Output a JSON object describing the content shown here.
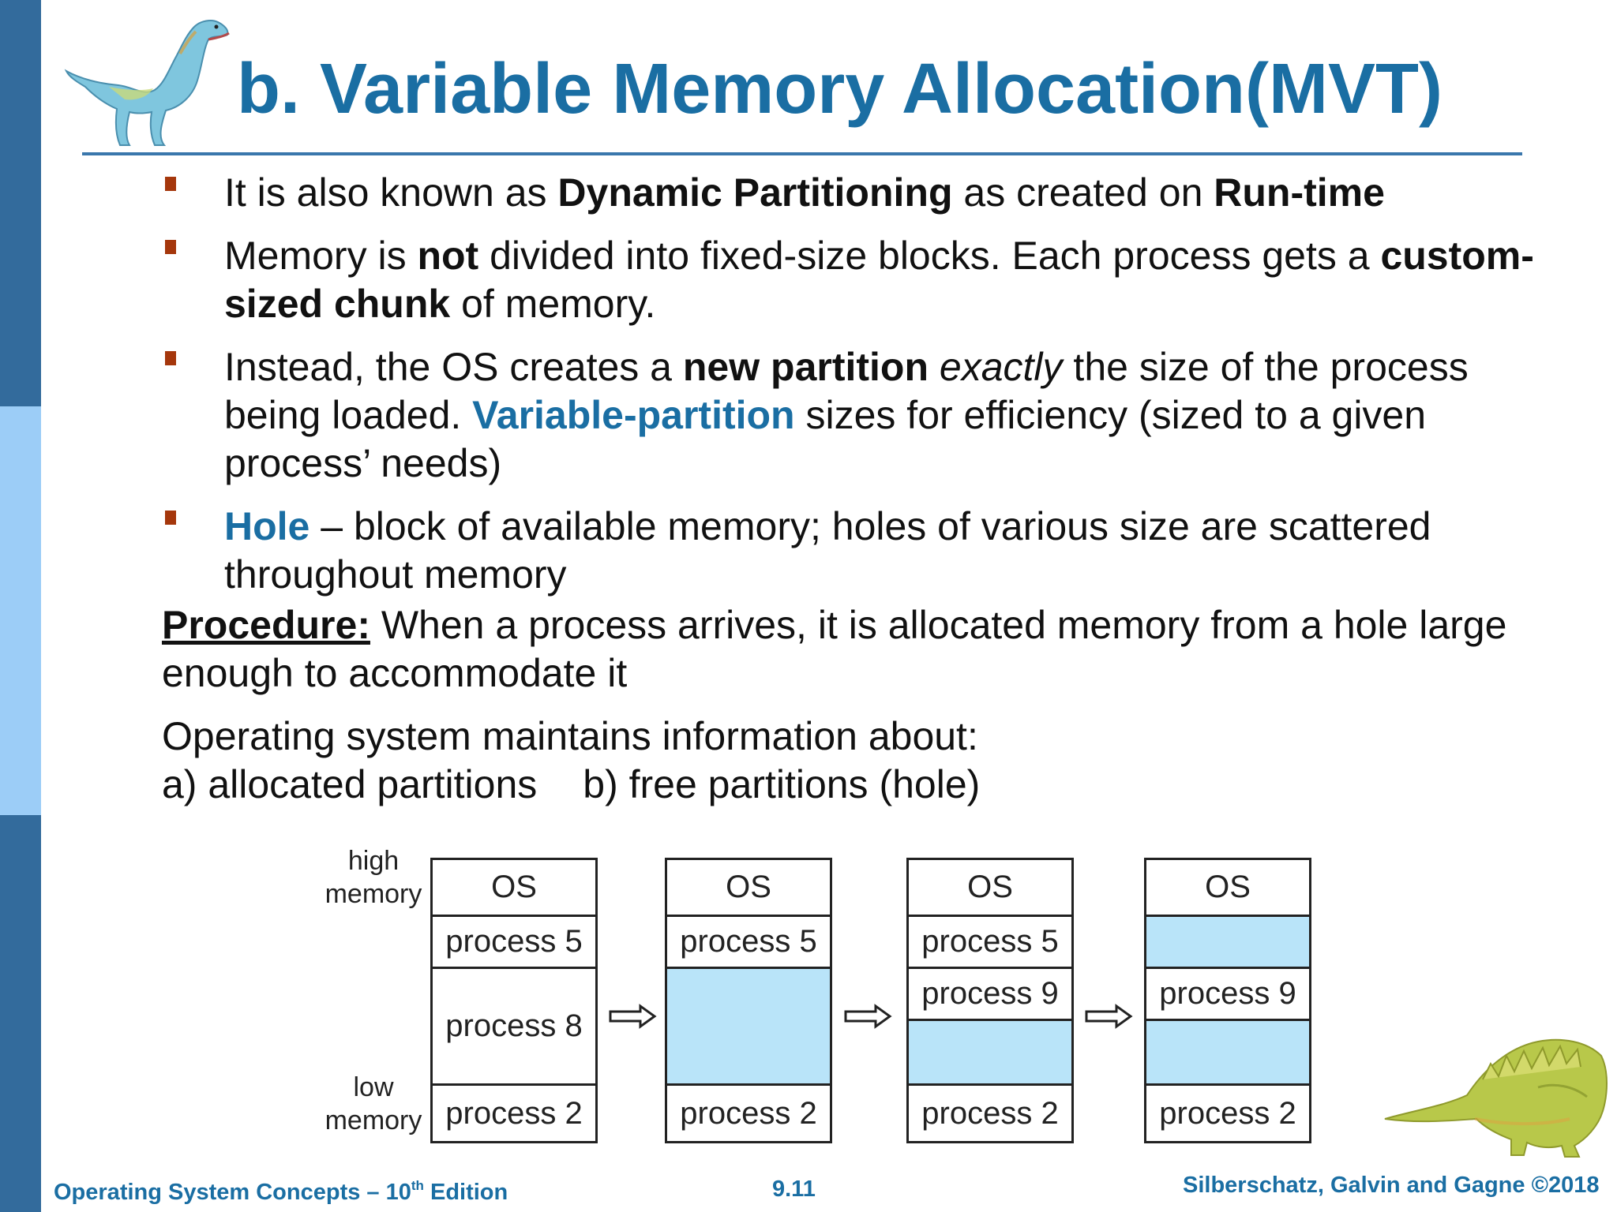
{
  "slide": {
    "title": "b. Variable Memory Allocation(MVT)",
    "bullets": {
      "b1": {
        "t1": "It is also known as ",
        "b1": "Dynamic Partitioning",
        "t2": " as created on ",
        "b2": "Run-time"
      },
      "b2": {
        "t1": "Memory is ",
        "b1": "not",
        "t2": " divided into fixed-size blocks. Each process gets a ",
        "b2": "custom-sized chunk",
        "t3": " of memory."
      },
      "b3": {
        "t1": "Instead, the OS creates a ",
        "b1": "new partition",
        "sp": " ",
        "i1": "exactly",
        "t2": " the size of the process being loaded. ",
        "b2": "Variable-partition",
        "t3": " sizes for efficiency (sized to a given process’ needs)"
      },
      "b4": {
        "b1": "Hole",
        "t1": " – block of available memory; holes of various size are scattered throughout memory"
      }
    },
    "procedure": {
      "label": "Procedure:",
      "text": " When a process arrives, it is allocated memory from a hole large enough to accommodate it"
    },
    "info": {
      "line1": "Operating system maintains information about:",
      "a": "a) allocated partitions",
      "b": "b) free partitions (hole)"
    }
  },
  "diagram": {
    "high_label": "high\nmemory",
    "low_label": "low\nmemory",
    "columns": [
      {
        "os": "OS",
        "p5": "process 5",
        "mid": "process 8",
        "p2": "process 2"
      },
      {
        "os": "OS",
        "p5": "process 5",
        "p2": "process 2"
      },
      {
        "os": "OS",
        "p5": "process 5",
        "p9": "process 9",
        "p2": "process 2"
      },
      {
        "os": "OS",
        "p9": "process 9",
        "p2": "process 2"
      }
    ],
    "colors": {
      "hole": "#b9e4f9",
      "outline": "#222222"
    }
  },
  "footer": {
    "left_a": "Operating System Concepts – 10",
    "left_sup": "th",
    "left_b": " Edition",
    "page": "9.11",
    "right": "Silberschatz, Galvin and Gagne ©2018"
  },
  "theme": {
    "title_color": "#1a6ea3",
    "bullet_color": "#a5370c",
    "stripe_dark": "#336b9c",
    "stripe_light": "#9ccdf7"
  }
}
